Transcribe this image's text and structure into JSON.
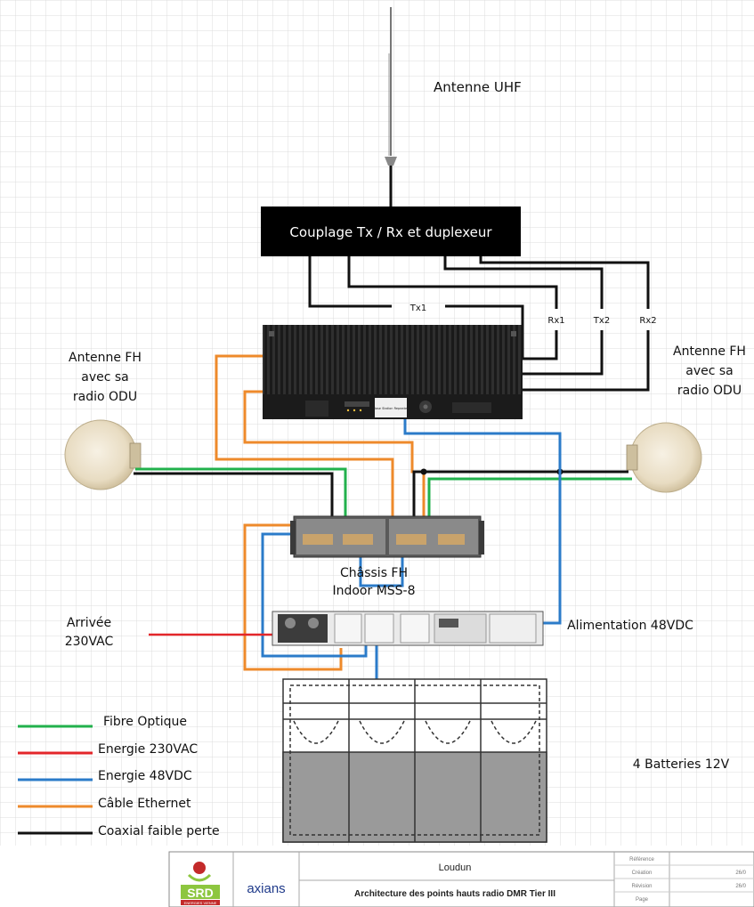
{
  "labels": {
    "antenna_uhf": "Antenne UHF",
    "coupler": "Couplage Tx / Rx et duplexeur",
    "tx1": "Tx1",
    "rx1": "Rx1",
    "tx2": "Tx2",
    "rx2": "Rx2",
    "left_fh_line1": "Antenne FH",
    "left_fh_line2": "avec sa",
    "left_fh_line3": "radio ODU",
    "right_fh_line1": "Antenne FH",
    "right_fh_line2": "avec sa",
    "right_fh_line3": "radio ODU",
    "chassis_line1": "Châssis FH",
    "chassis_line2": "Indoor MSS-8",
    "arrivee_line1": "Arrivée",
    "arrivee_line2": "230VAC",
    "alimentation": "Alimentation 48VDC",
    "batteries": "4 Batteries 12V",
    "repeater_badge": "Base Station Repeater"
  },
  "legend": [
    {
      "label": "Fibre Optique",
      "color": "#22b14c"
    },
    {
      "label": "Energie 230VAC",
      "color": "#e3262a"
    },
    {
      "label": "Energie 48VDC",
      "color": "#2b7bc9"
    },
    {
      "label": "Câble Ethernet",
      "color": "#ee8a2b"
    },
    {
      "label": "Coaxial faible perte",
      "color": "#111111"
    }
  ],
  "cartouche": {
    "logo_srd": "SRD",
    "logo_srd_tag": "ENERGIES VIENNE",
    "logo_axians": "axians",
    "site": "Loudun",
    "title": "Architecture des points hauts radio DMR Tier III",
    "fields": [
      "Référence",
      "Création",
      "Révision",
      "Page"
    ],
    "values": [
      "",
      "26/0",
      "26/0",
      ""
    ]
  },
  "colors": {
    "fibre": "#22b14c",
    "ac": "#e3262a",
    "dc": "#2b7bc9",
    "ethernet": "#ee8a2b",
    "coax": "#111111",
    "grid": "#d9d9d9"
  }
}
